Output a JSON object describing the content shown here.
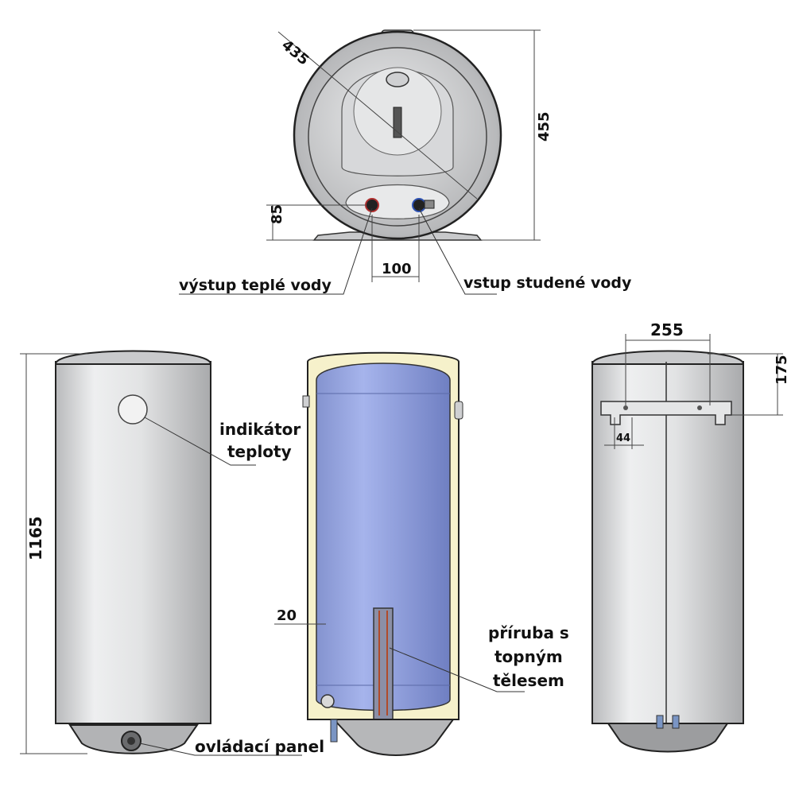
{
  "top_view": {
    "dim_diameter": "435",
    "dim_height": "455",
    "dim_inlet_height": "85",
    "dim_pipe_spacing": "100",
    "label_hot_outlet": "výstup teplé vody",
    "label_cold_inlet": "vstup studené vody"
  },
  "front_view": {
    "dim_total_height": "1165",
    "label_temp_indicator_line1": "indikátor",
    "label_temp_indicator_line2": "teploty",
    "label_control_panel": "ovládací panel"
  },
  "section_view": {
    "dim_insulation": "20",
    "label_flange_line1": "příruba s",
    "label_flange_line2": "topným",
    "label_flange_line3": "tělesem"
  },
  "back_view": {
    "dim_bracket_width": "255",
    "dim_bracket_top": "175",
    "dim_bracket_hole": "44"
  },
  "colors": {
    "shell": "#d9dadb",
    "tank": "#8c9ed8",
    "insulation": "#f5f0c8"
  }
}
